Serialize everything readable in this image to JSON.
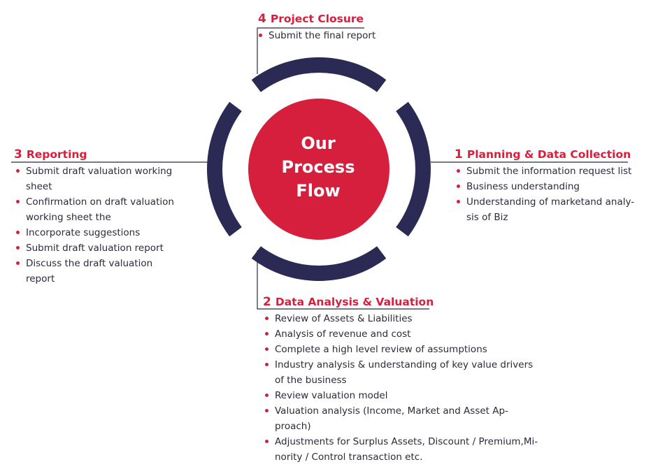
{
  "center": {
    "line1": "Our",
    "line2": "Process",
    "line3": "Flow"
  },
  "colors": {
    "ring": "#2a2a55",
    "accent": "#d61f3c",
    "line": "#2b2b3a"
  },
  "sections": {
    "closure": {
      "number": "4",
      "title": "Project Closure",
      "items": [
        "Submit the final report"
      ]
    },
    "planning": {
      "number": "1",
      "title": "Planning & Data Collection",
      "items": [
        "Submit the information request list",
        "Business understanding",
        "Understanding of marketand analy-",
        "sis of Biz"
      ]
    },
    "reporting": {
      "number": "3",
      "title": "Reporting",
      "items": [
        "Submit draft valuation working",
        "sheet",
        "Confirmation on draft valuation",
        "working sheet the",
        "Incorporate suggestions",
        "Submit draft valuation report",
        "Discuss the draft valuation",
        "report"
      ]
    },
    "analysis": {
      "number": "2",
      "title": "Data Analysis & Valuation",
      "items": [
        "Review of Assets & Liabilities",
        "Analysis of revenue and cost",
        "Complete a high level review of assumptions",
        "Industry analysis & understanding of key value drivers",
        "of the business",
        "Review valuation model",
        "Valuation analysis (Income, Market and Asset Ap-",
        "proach)",
        "Adjustments for Surplus Assets, Discount / Premium,Mi-",
        "nority / Control transaction etc."
      ]
    }
  }
}
